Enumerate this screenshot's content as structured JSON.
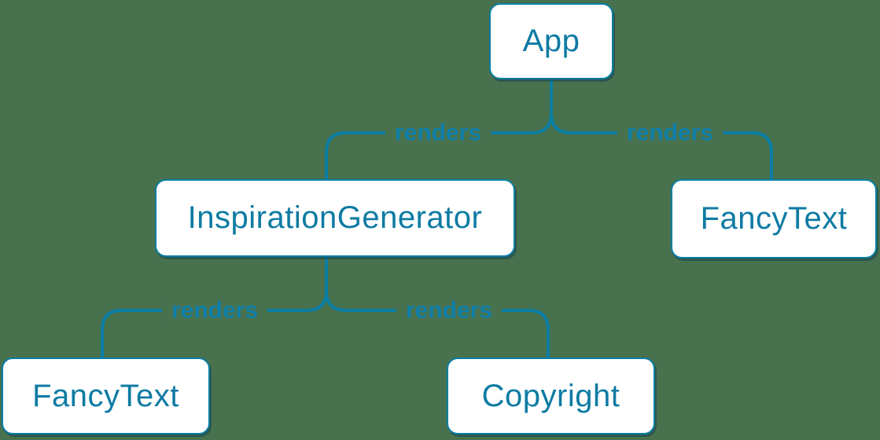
{
  "theme": {
    "background_color": "#48714e",
    "accent_color": "#0a7ea4",
    "node_fill_color": "#ffffff",
    "node_text_color": "#0e7ba3"
  },
  "diagram": {
    "title": "render-tree",
    "nodes": [
      {
        "id": "app",
        "label": "App"
      },
      {
        "id": "inspiration-generator",
        "label": "InspirationGenerator"
      },
      {
        "id": "fancy-text-top-right",
        "label": "FancyText"
      },
      {
        "id": "fancy-text-bottom-left",
        "label": "FancyText"
      },
      {
        "id": "copyright",
        "label": "Copyright"
      }
    ],
    "edges": [
      {
        "from": "App",
        "to": "InspirationGenerator",
        "label": "renders"
      },
      {
        "from": "App",
        "to": "FancyText",
        "label": "renders"
      },
      {
        "from": "InspirationGenerator",
        "to": "FancyText",
        "label": "renders"
      },
      {
        "from": "InspirationGenerator",
        "to": "Copyright",
        "label": "renders"
      }
    ]
  }
}
